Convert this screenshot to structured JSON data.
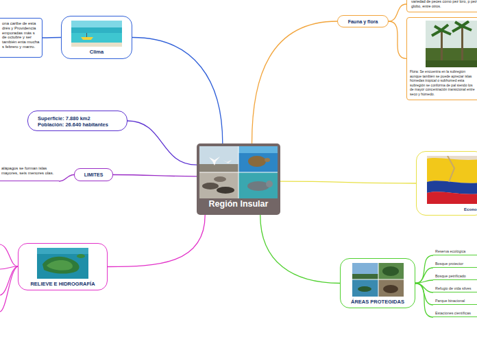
{
  "diagram": {
    "nodes": [
      {
        "text": [
          "Región Insular"
        ]
      },
      {
        "text": [
          "Clima"
        ]
      },
      {
        "text": [
          "ona caribe de esta drés y Providencia emporadas más s de octubre y ser también enta mucha s febrero y marzo."
        ]
      },
      {
        "text": [
          "Superficie: 7.880 km2",
          "Población: 26.640 habitantes"
        ]
      },
      {
        "text": [
          "LIMITES"
        ]
      },
      {
        "text": [
          "alápagos se forman islas mayores, seis menores olas."
        ]
      },
      {
        "text": [
          "RELIEVE E HIDROGRAFÍA"
        ]
      },
      {
        "text": [
          "Fauna y flora"
        ]
      },
      {
        "text": [
          "variedad de peces como pez loro, p pez globo, entre otros."
        ]
      },
      {
        "text": [
          "Flora: Se encuentra en la subregion aunque también se puede apreciar islas húmedas tropical o subhumed esta subregión se conforma de pal siendo los de mayor concentración transicional entre seco y húmedo."
        ]
      },
      {
        "text": [
          "Econo"
        ]
      },
      {
        "text": [
          "ÁREAS PROTEGIDAS"
        ]
      },
      {
        "text": [
          "Reserva ecológica"
        ]
      },
      {
        "text": [
          "Bosque protector"
        ]
      },
      {
        "text": [
          "Bosque petrificado"
        ]
      },
      {
        "text": [
          "Refugio de vida silves"
        ]
      },
      {
        "text": [
          "Parque binacional"
        ]
      },
      {
        "text": [
          "Estaciones científicas"
        ]
      }
    ],
    "edges": [
      {
        "from": 0,
        "to": 1,
        "arrow": "none"
      },
      {
        "from": 0,
        "to": 3,
        "arrow": "none"
      },
      {
        "from": 0,
        "to": 4,
        "arrow": "none"
      },
      {
        "from": 0,
        "to": 6,
        "arrow": "none"
      },
      {
        "from": 0,
        "to": 7,
        "arrow": "none"
      },
      {
        "from": 0,
        "to": 10,
        "arrow": "none"
      },
      {
        "from": 0,
        "to": 11,
        "arrow": "none"
      },
      {
        "from": 1,
        "to": 2,
        "arrow": "none"
      },
      {
        "from": 4,
        "to": 5,
        "arrow": "none"
      },
      {
        "from": 7,
        "to": 8,
        "arrow": "none"
      },
      {
        "from": 7,
        "to": 9,
        "arrow": "none"
      },
      {
        "from": 11,
        "to": 12,
        "arrow": "none"
      },
      {
        "from": 11,
        "to": 13,
        "arrow": "none"
      },
      {
        "from": 11,
        "to": 14,
        "arrow": "none"
      },
      {
        "from": 11,
        "to": 15,
        "arrow": "none"
      },
      {
        "from": 11,
        "to": 16,
        "arrow": "none"
      },
      {
        "from": 11,
        "to": 17,
        "arrow": "none"
      }
    ]
  }
}
